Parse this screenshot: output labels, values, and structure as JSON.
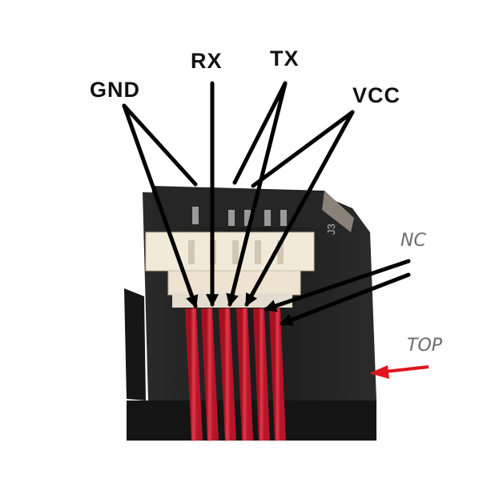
{
  "labels": {
    "gnd": "GND",
    "rx": "RX",
    "tx": "TX",
    "vcc": "VCC",
    "nc": "NC",
    "top": "TOP",
    "connector_marking": "J3"
  },
  "colors": {
    "wire": "#d9253a",
    "board": "#1e1e1e",
    "connector": "#efe6d6",
    "annotation_arrow": "#000000",
    "top_arrow": "#e0141e"
  }
}
